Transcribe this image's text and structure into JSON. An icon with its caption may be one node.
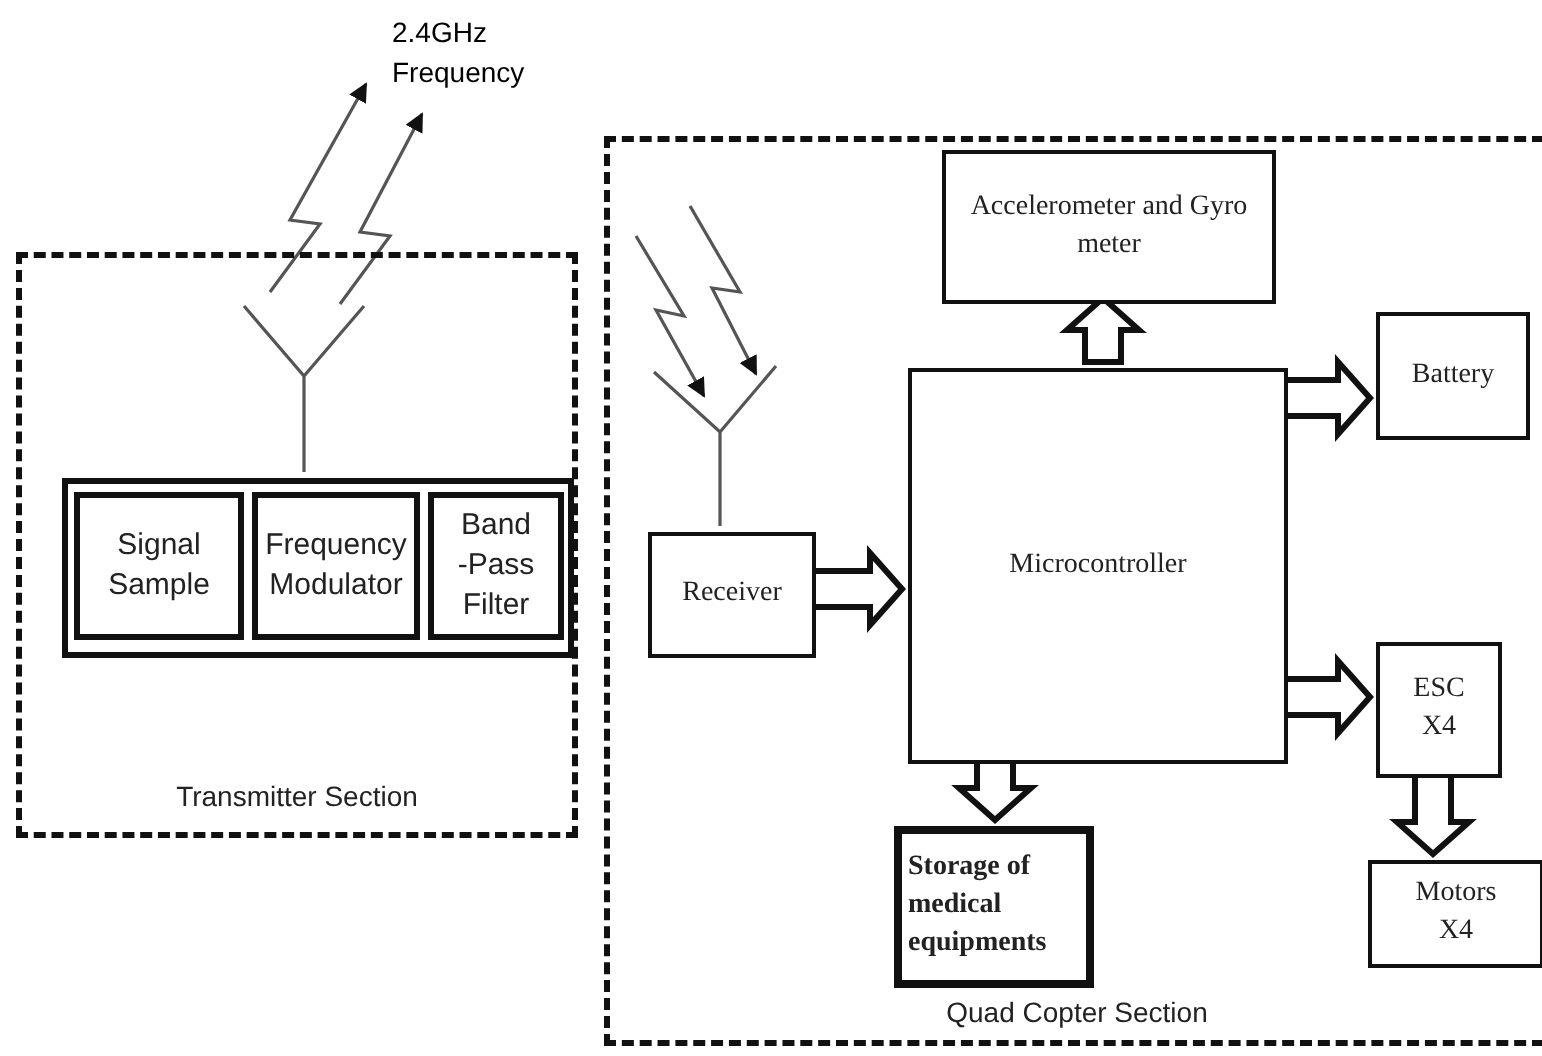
{
  "diagram": {
    "nodes": [
      {
        "text": [
          "Transmitter Section"
        ]
      },
      {
        "text": [],
        "shape": "box",
        "in": 0
      },
      {
        "text": [
          "Signal Sample"
        ],
        "in": 1
      },
      {
        "text": [
          "Frequency Modulator"
        ],
        "in": 1
      },
      {
        "text": [
          "Band -Pass Filter"
        ],
        "in": 1
      },
      {
        "text": [
          "Quad Copter Section"
        ]
      },
      {
        "text": [
          "Accelerometer and Gyro meter"
        ],
        "in": 5
      },
      {
        "text": [
          "Battery"
        ],
        "in": 5
      },
      {
        "text": [
          "Receiver"
        ],
        "in": 5
      },
      {
        "text": [
          "Microcontroller"
        ],
        "in": 5
      },
      {
        "text": [
          "ESC X4"
        ],
        "in": 5
      },
      {
        "text": [
          "Storage of medical equipments"
        ],
        "in": 5
      },
      {
        "text": [
          "Motors X4"
        ],
        "in": 5
      }
    ],
    "edges": [
      {
        "from": 8,
        "to": 9,
        "arrow": "to"
      },
      {
        "from": 9,
        "to": 6,
        "arrow": "to"
      },
      {
        "from": 9,
        "to": 7,
        "arrow": "to"
      },
      {
        "from": 9,
        "to": 10,
        "arrow": "to"
      },
      {
        "from": 9,
        "to": 11,
        "arrow": "to"
      },
      {
        "from": 10,
        "to": 12,
        "arrow": "to"
      }
    ],
    "labels": [
      "2.4GHz Frequency"
    ]
  }
}
